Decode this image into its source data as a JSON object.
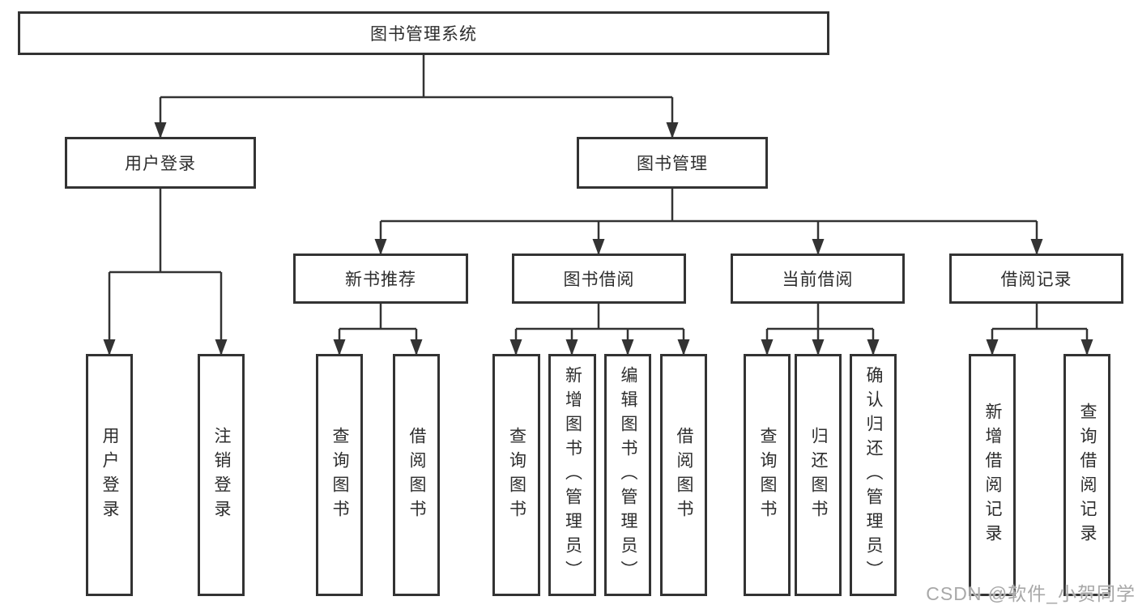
{
  "colors": {
    "background": "#ffffff",
    "line": "#333333",
    "box_fill": "#ffffff",
    "text": "#2d2d2d",
    "watermark": "#a8a8a8"
  },
  "watermark": {
    "text": "CSDN @软件_小贺同学"
  },
  "tree": {
    "root": {
      "label": "图书管理系统",
      "children": [
        {
          "label": "用户登录",
          "children": [
            {
              "label": "用户登录"
            },
            {
              "label": "注销登录"
            }
          ]
        },
        {
          "label": "图书管理",
          "children": [
            {
              "label": "新书推荐",
              "children": [
                {
                  "label": "查询图书"
                },
                {
                  "label": "借阅图书"
                }
              ]
            },
            {
              "label": "图书借阅",
              "children": [
                {
                  "label": "查询图书"
                },
                {
                  "label": "新增图书（管理员）"
                },
                {
                  "label": "编辑图书（管理员）"
                },
                {
                  "label": "借阅图书"
                }
              ]
            },
            {
              "label": "当前借阅",
              "children": [
                {
                  "label": "查询图书"
                },
                {
                  "label": "归还图书"
                },
                {
                  "label": "确认归还（管理员）"
                }
              ]
            },
            {
              "label": "借阅记录",
              "children": [
                {
                  "label": "新增借阅记录"
                },
                {
                  "label": "查询借阅记录"
                }
              ]
            }
          ]
        }
      ]
    }
  }
}
